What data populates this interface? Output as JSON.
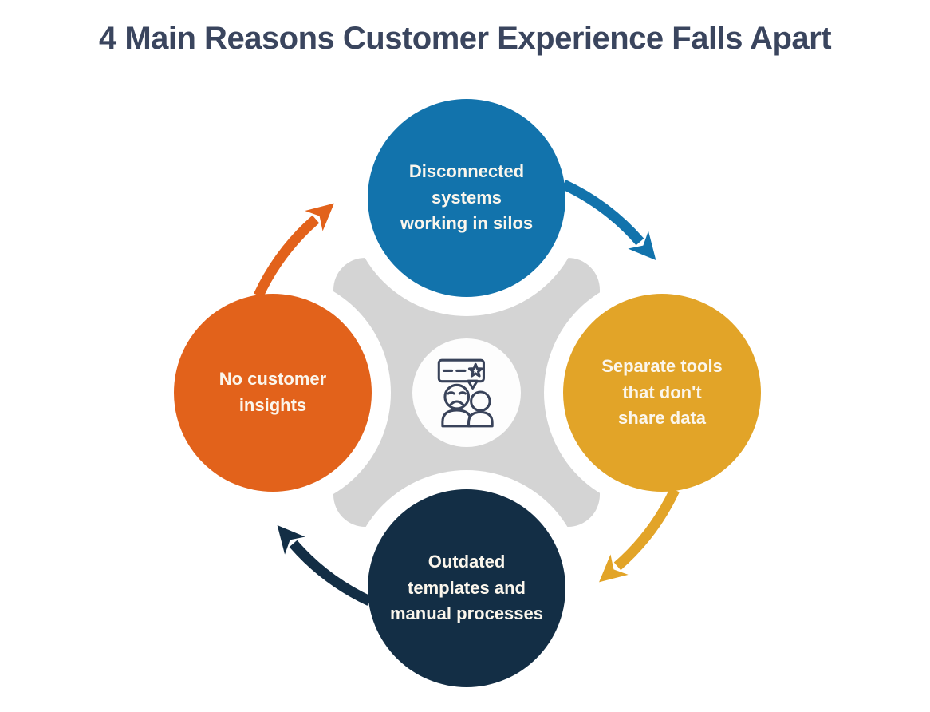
{
  "title": "4 Main Reasons Customer Experience Falls Apart",
  "colors": {
    "background": "#FFFFFF",
    "title_text": "#3A455E",
    "cross_gray": "#D4D4D4",
    "center_circle_fill": "#FDFDFD",
    "icon_stroke": "#39435A",
    "node_label_text": "#FBF6EC",
    "blue": "#1273AC",
    "yellow": "#E2A428",
    "navy": "#132E45",
    "orange": "#E2621B"
  },
  "cycle": {
    "center_icon": "unhappy-customer-feedback-icon",
    "nodes": [
      {
        "id": "disconnected-systems",
        "position": "top",
        "color": "#1273AC",
        "label": "Disconnected\nsystems\nworking in silos"
      },
      {
        "id": "separate-tools",
        "position": "right",
        "color": "#E2A428",
        "label": "Separate tools\nthat don't\nshare data"
      },
      {
        "id": "outdated-templates",
        "position": "bottom",
        "color": "#132E45",
        "label": "Outdated\ntemplates and\nmanual processes"
      },
      {
        "id": "no-customer-insights",
        "position": "left",
        "color": "#E2621B",
        "label": "No customer\ninsights"
      }
    ],
    "arrows": [
      {
        "from": "disconnected-systems",
        "to": "separate-tools",
        "color": "#1273AC"
      },
      {
        "from": "separate-tools",
        "to": "outdated-templates",
        "color": "#E2A428"
      },
      {
        "from": "outdated-templates",
        "to": "no-customer-insights",
        "color": "#132E45"
      },
      {
        "from": "no-customer-insights",
        "to": "disconnected-systems",
        "color": "#E2621B"
      }
    ]
  }
}
